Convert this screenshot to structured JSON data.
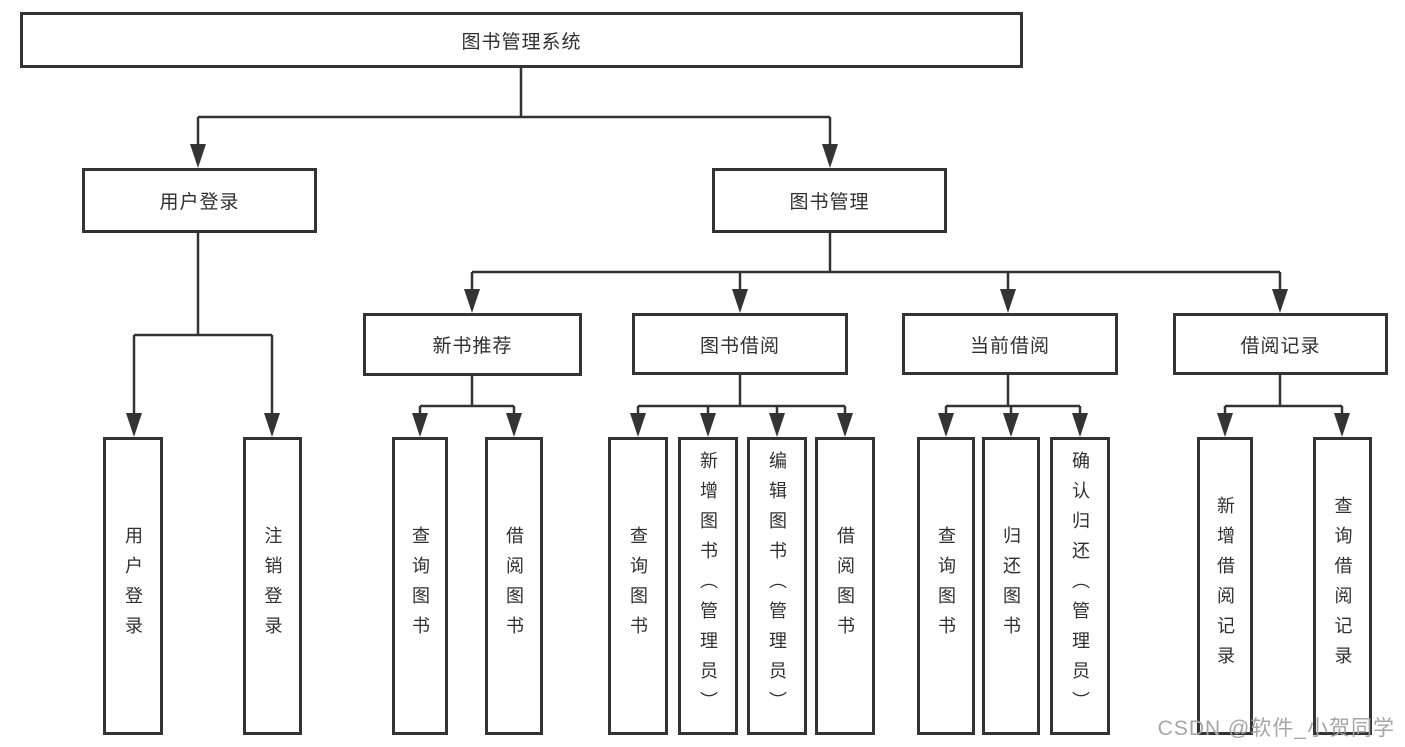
{
  "tree": {
    "label": "图书管理系统",
    "children": [
      {
        "label": "用户登录",
        "children": [
          {
            "label": "用户登录"
          },
          {
            "label": "注销登录"
          }
        ]
      },
      {
        "label": "图书管理",
        "children": [
          {
            "label": "新书推荐",
            "children": [
              {
                "label": "查询图书"
              },
              {
                "label": "借阅图书"
              }
            ]
          },
          {
            "label": "图书借阅",
            "children": [
              {
                "label": "查询图书"
              },
              {
                "label": "新增图书（管理员）"
              },
              {
                "label": "编辑图书（管理员）"
              },
              {
                "label": "借阅图书"
              }
            ]
          },
          {
            "label": "当前借阅",
            "children": [
              {
                "label": "查询图书"
              },
              {
                "label": "归还图书"
              },
              {
                "label": "确认归还（管理员）"
              }
            ]
          },
          {
            "label": "借阅记录",
            "children": [
              {
                "label": "新增借阅记录"
              },
              {
                "label": "查询借阅记录"
              }
            ]
          }
        ]
      }
    ]
  },
  "watermark": {
    "text": "CSDN @软件_小贺同学"
  },
  "colors": {
    "line": "#333333",
    "border": "#333333",
    "text": "#303030",
    "background": "#ffffff",
    "watermark": "#a6a6a6"
  }
}
